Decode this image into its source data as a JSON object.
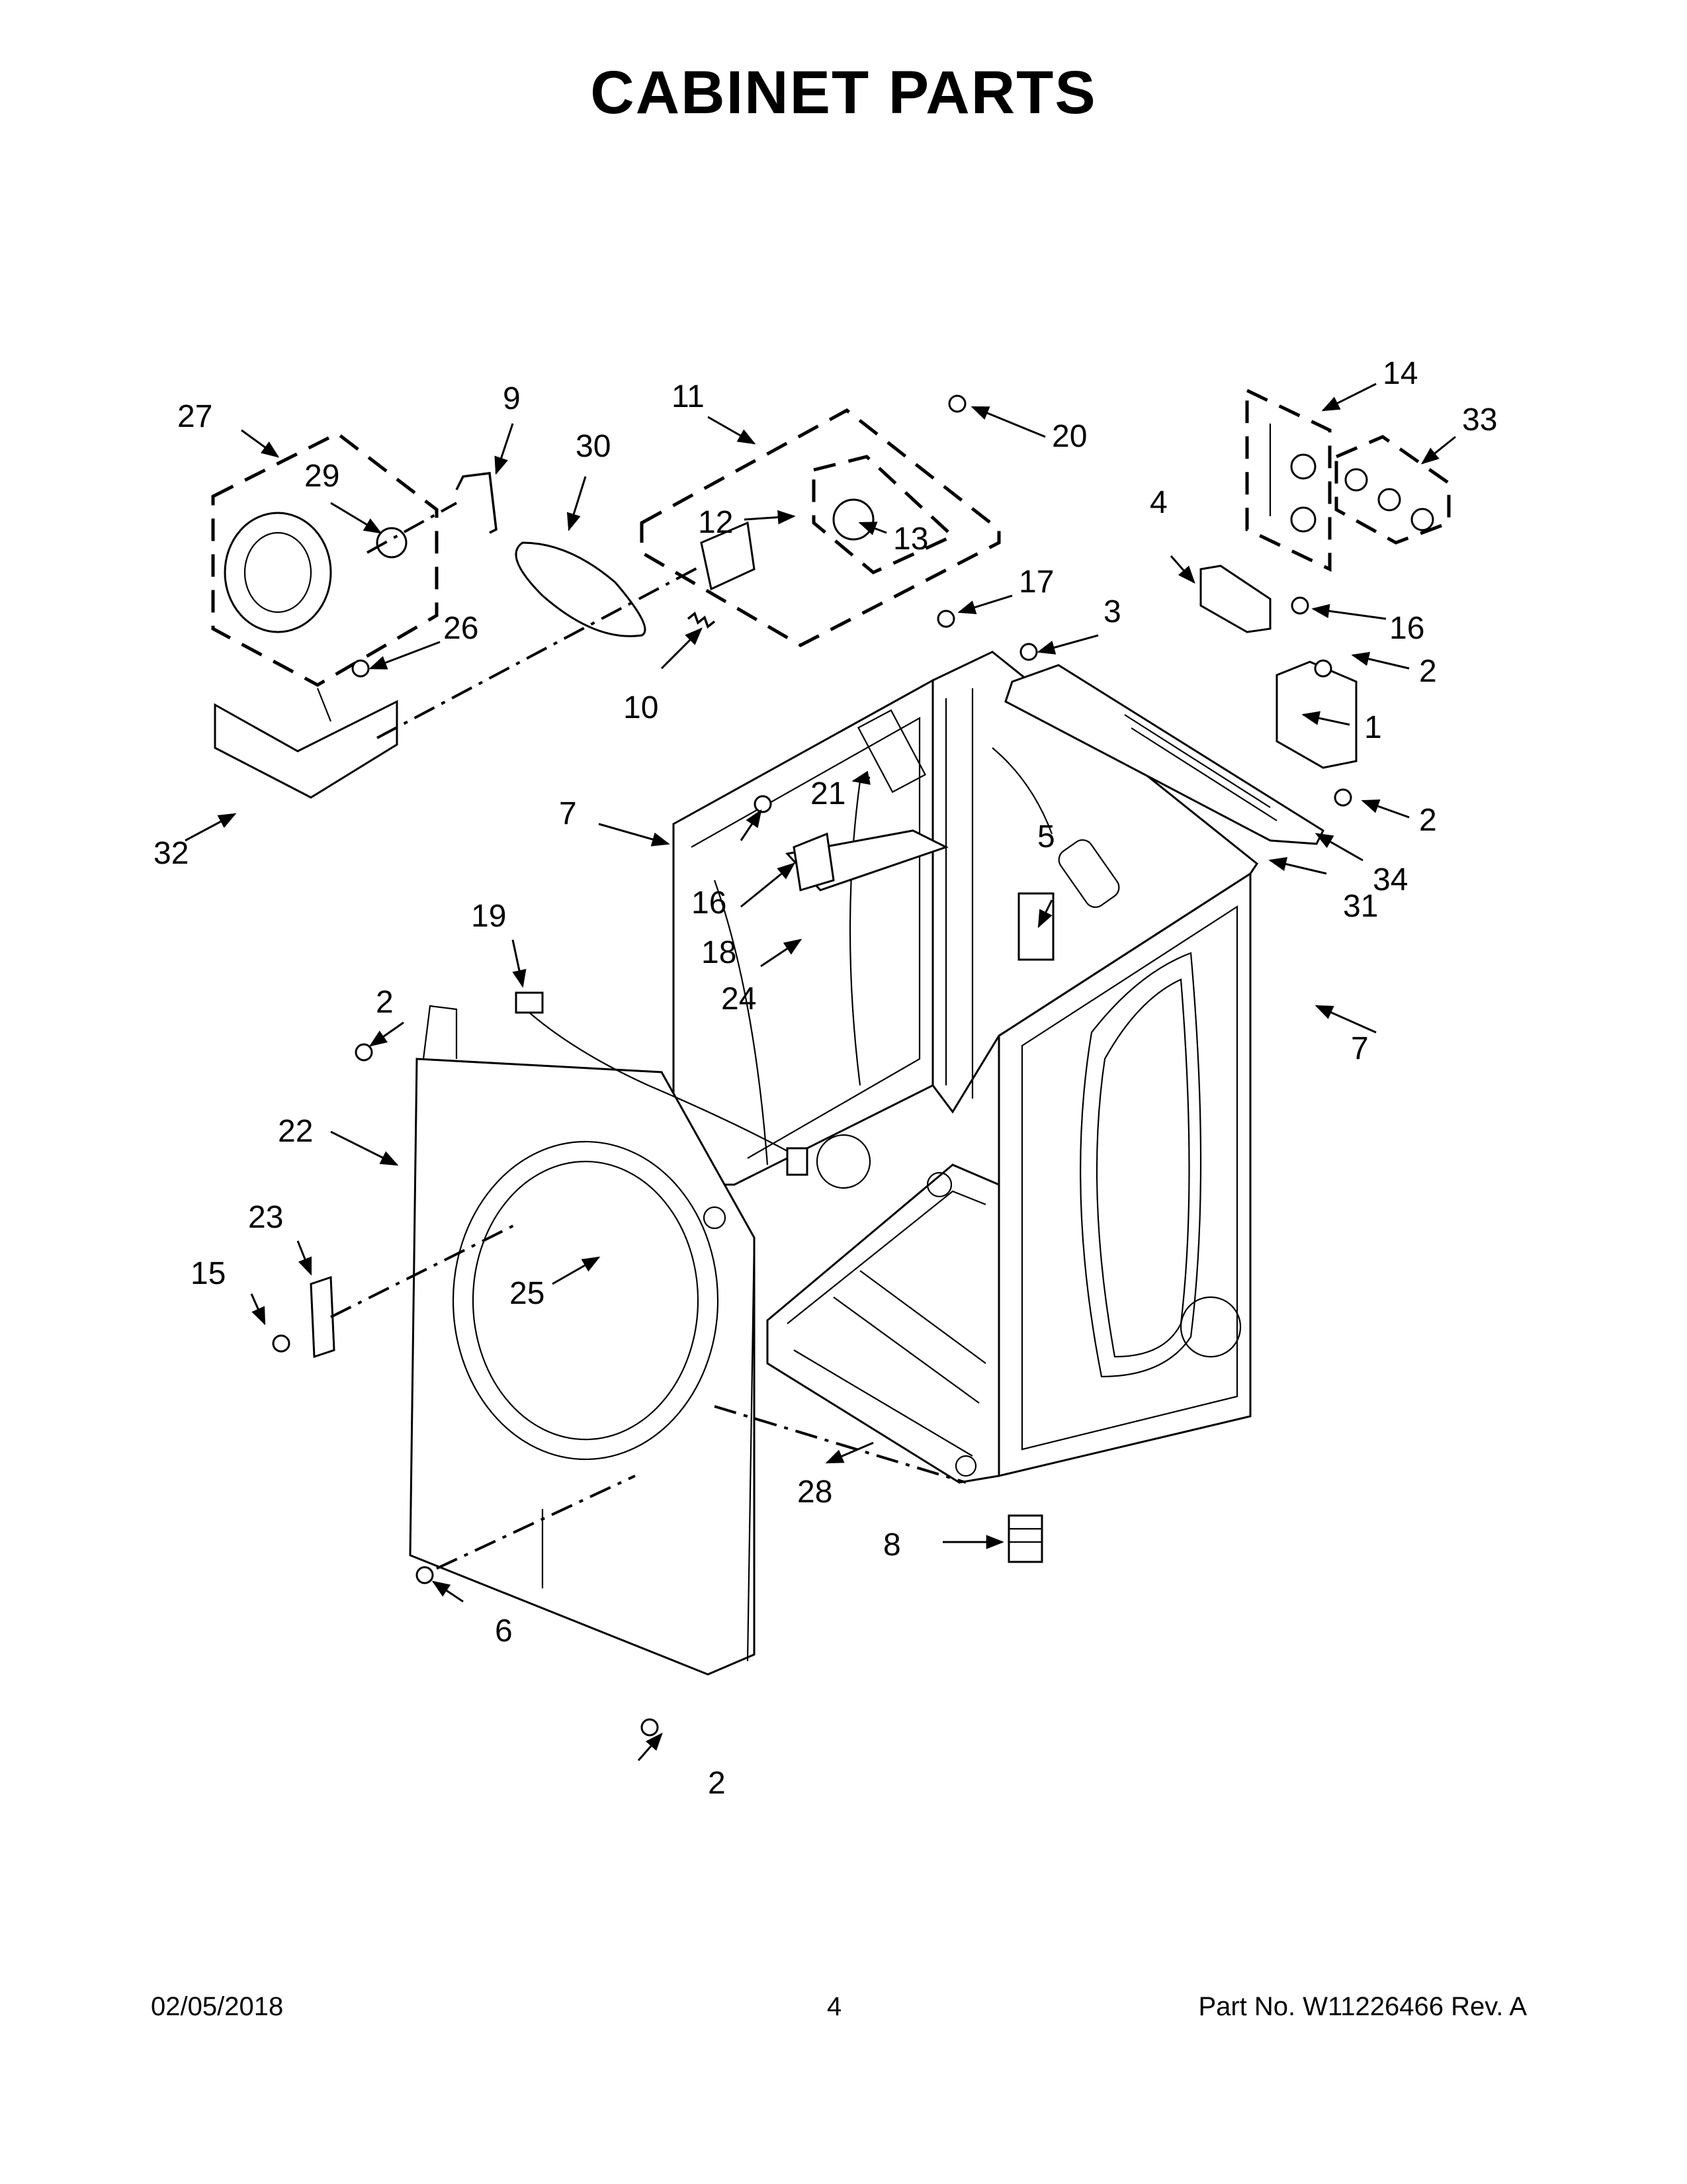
{
  "title": "CABINET PARTS",
  "footer": {
    "date": "02/05/2018",
    "page": "4",
    "part": "Part No.  W11226466  Rev.  A"
  },
  "callouts": {
    "c1": "1",
    "c2a": "2",
    "c2b": "2",
    "c2c": "2",
    "c2d": "2",
    "c3": "3",
    "c4": "4",
    "c5": "5",
    "c6": "6",
    "c7a": "7",
    "c7b": "7",
    "c8": "8",
    "c9": "9",
    "c10": "10",
    "c11": "11",
    "c12": "12",
    "c13": "13",
    "c14": "14",
    "c15": "15",
    "c16a": "16",
    "c16b": "16",
    "c17": "17",
    "c18": "18",
    "c19": "19",
    "c20": "20",
    "c21": "21",
    "c22": "22",
    "c23": "23",
    "c24": "24",
    "c25": "25",
    "c26": "26",
    "c27": "27",
    "c28": "28",
    "c29": "29",
    "c30": "30",
    "c31": "31",
    "c32": "32",
    "c33": "33",
    "c34": "34"
  }
}
